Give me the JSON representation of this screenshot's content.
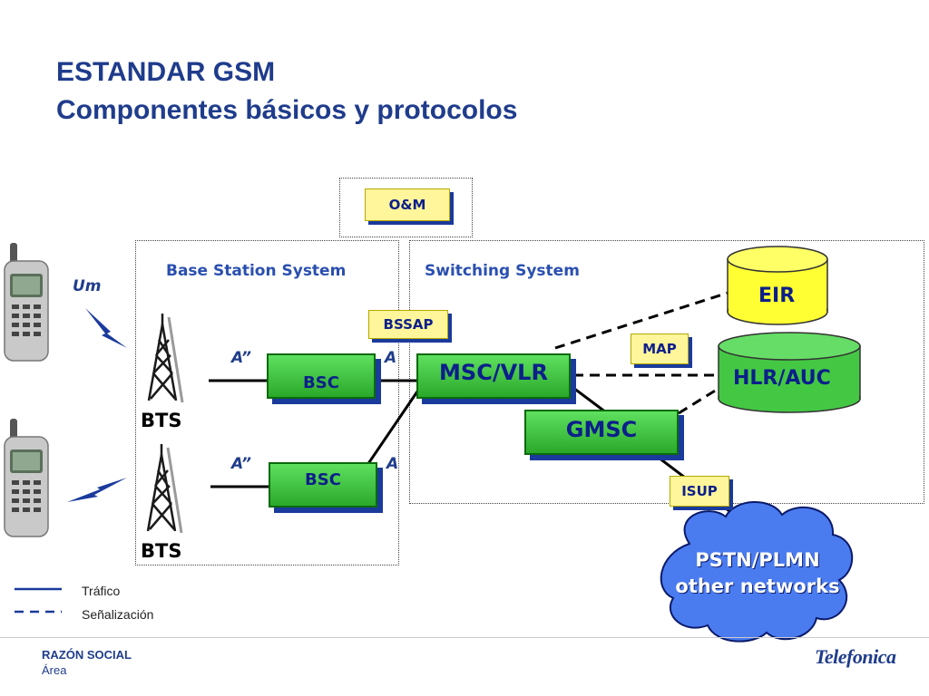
{
  "title": {
    "line1": "ESTANDAR GSM",
    "line2": "Componentes básicos y protocolos"
  },
  "regions": {
    "om": {
      "label": "O&M"
    },
    "bss": {
      "label": "Base Station System"
    },
    "ss": {
      "label": "Switching System"
    }
  },
  "nodes": {
    "bts1": "BTS",
    "bts2": "BTS",
    "bsc1": "BSC",
    "bsc2": "BSC",
    "msc": "MSC/VLR",
    "gmsc": "GMSC",
    "eir": "EIR",
    "hlr": "HLR/AUC",
    "pstn_line1": "PSTN/PLMN",
    "pstn_line2": "other networks"
  },
  "interfaces": {
    "um": "Um",
    "a_bis_1": "A”",
    "a_bis_2": "A”",
    "a_1": "A",
    "a_2": "A",
    "bssap": "BSSAP",
    "map": "MAP",
    "isup": "ISUP"
  },
  "legend": {
    "traffic": "Tráfico",
    "signaling": "Señalización"
  },
  "footer": {
    "company": "RAZÓN SOCIAL",
    "area": "Área",
    "logo": "Telefonica"
  },
  "colors": {
    "title": "#1f3c8c",
    "box_green": "#3cc43c",
    "box_yellow": "#fff59a",
    "shadow": "#1a3a9c"
  }
}
